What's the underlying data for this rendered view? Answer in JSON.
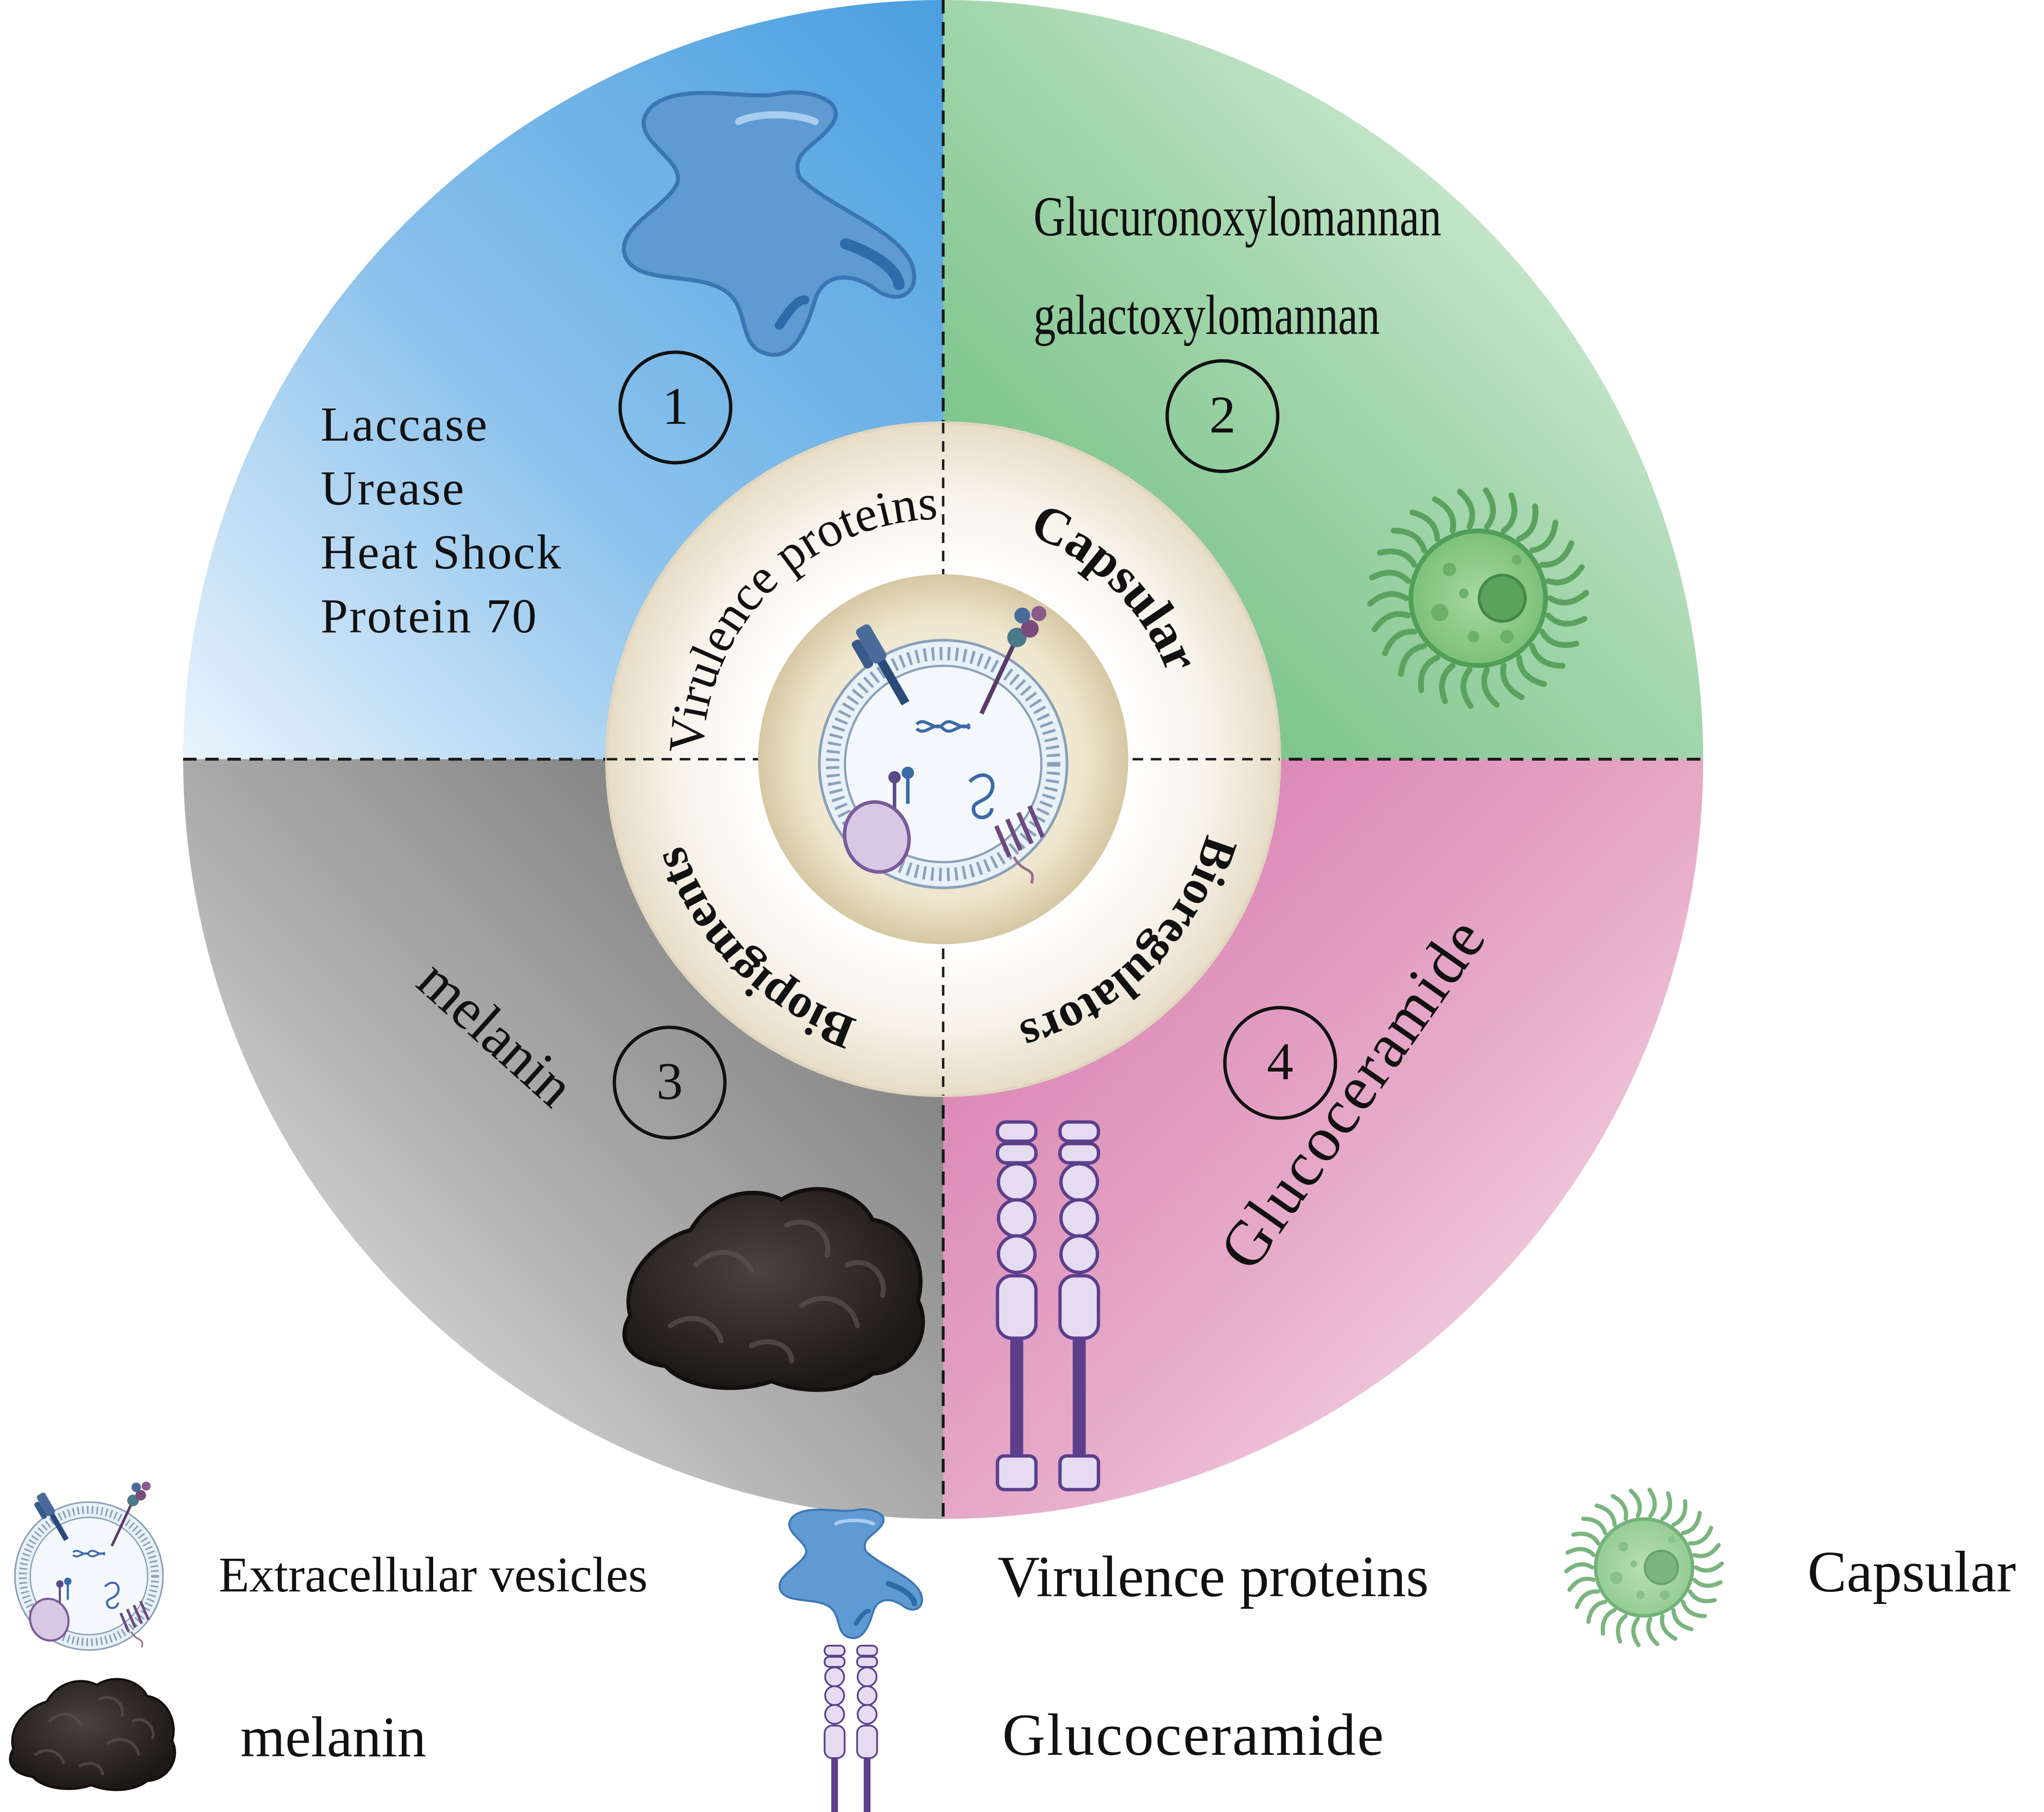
{
  "quadrants": {
    "q1": {
      "number": "1",
      "items": [
        "Laccase",
        "Urease",
        "Heat Shock",
        "Protein 70"
      ],
      "inner_label": "Virulence proteins",
      "color": "#4a9fe0"
    },
    "q2": {
      "number": "2",
      "items": [
        "Glucuronoxylomannan",
        "galactoxylomannan"
      ],
      "inner_label": "Capsular",
      "color": "#63b877"
    },
    "q3": {
      "number": "3",
      "items": [
        "melanin"
      ],
      "inner_label": "Biopigments",
      "color": "#6a6a6a"
    },
    "q4": {
      "number": "4",
      "items": [
        "Glucoceramide"
      ],
      "inner_label": "Bioregulators",
      "color": "#d473a9"
    }
  },
  "legend": {
    "extracellular_vesicles": "Extracellular vesicles",
    "virulence_proteins": "Virulence proteins",
    "capsular": "Capsular",
    "melanin": "melanin",
    "glucoceramide": "Glucoceramide"
  },
  "icons": {
    "vesicle": "extracellular-vesicle-icon",
    "protein": "virulence-protein-icon",
    "capsule": "capsular-cell-icon",
    "melanin": "melanin-icon",
    "glucoceramide": "glucoceramide-icon"
  }
}
